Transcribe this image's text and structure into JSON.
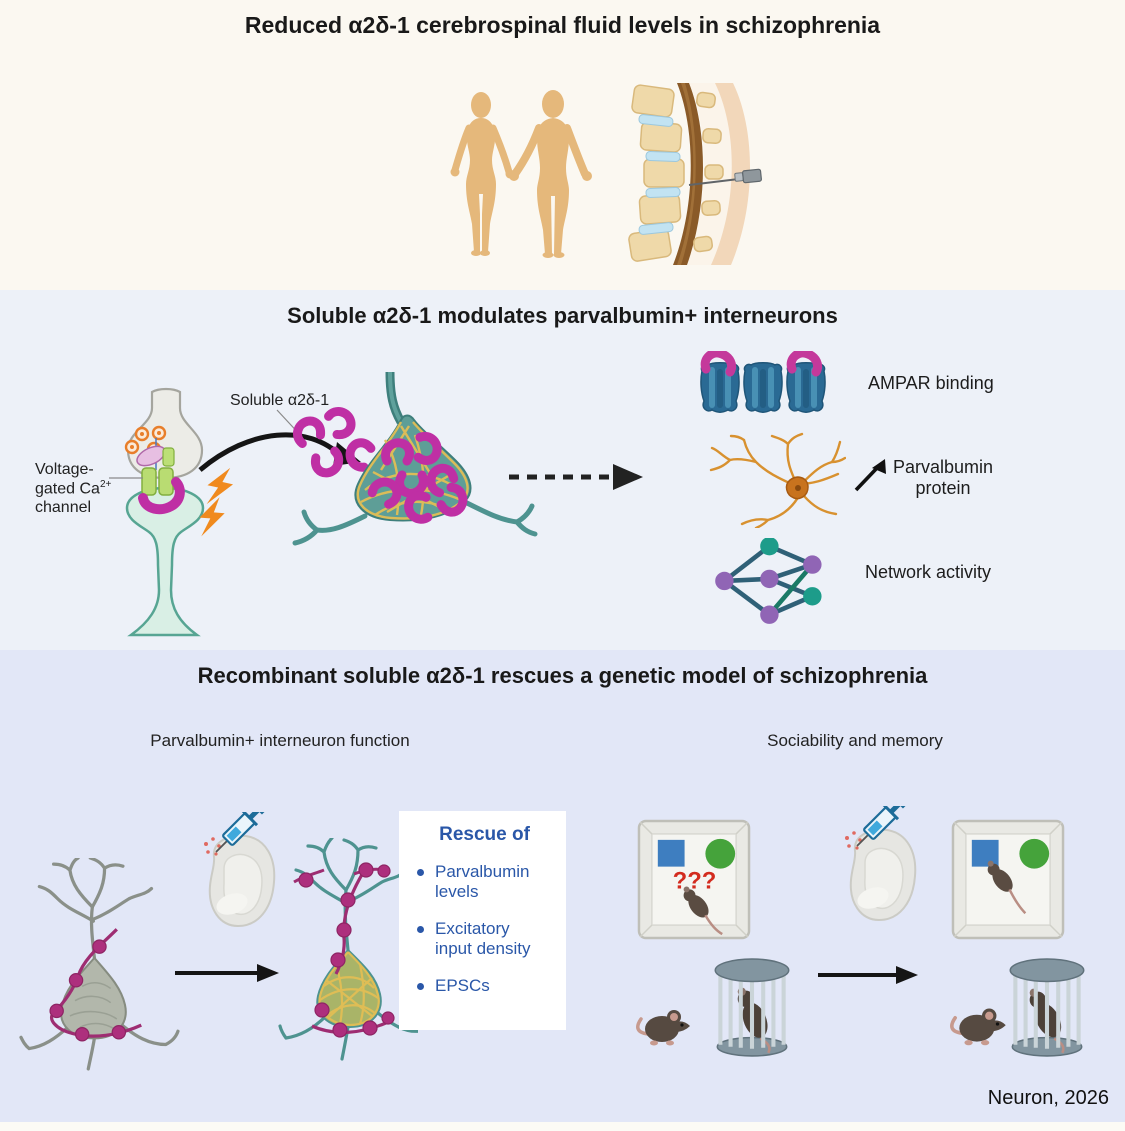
{
  "top": {
    "title": "Reduced α2δ-1 cerebrospinal fluid levels in schizophrenia"
  },
  "middle": {
    "title": "Soluble α2δ-1 modulates parvalbumin+ interneurons",
    "soluble_label": "Soluble α2δ-1",
    "channel_label": {
      "l1": "Voltage-",
      "l2": "gated Ca",
      "sup": "2+",
      "l3": "channel"
    },
    "right_items": [
      {
        "label": "AMPAR binding"
      },
      {
        "label": "Parvalbumin protein"
      },
      {
        "label": "Network activity"
      }
    ]
  },
  "bottom": {
    "title": "Recombinant soluble α2δ-1 rescues a genetic model of schizophrenia",
    "left_heading": "Parvalbumin+ interneuron function",
    "right_heading": "Sociability and memory",
    "rescue_box": {
      "title": "Rescue of",
      "bullets": [
        "Parvalbumin levels",
        "Excitatory input density",
        "EPSCs"
      ]
    },
    "question_marks": "???"
  },
  "citation": "Neuron, 2026",
  "colors": {
    "top_bg": "#FBF8F1",
    "middle_bg": "#EDF1F8",
    "bottom_bg": "#E2E7F7",
    "magenta_accent": "#BF2FA4",
    "rescue_text_blue": "#2A57A8",
    "question_red": "#D32B1E",
    "silhouette_tan": "#E5B87B"
  }
}
